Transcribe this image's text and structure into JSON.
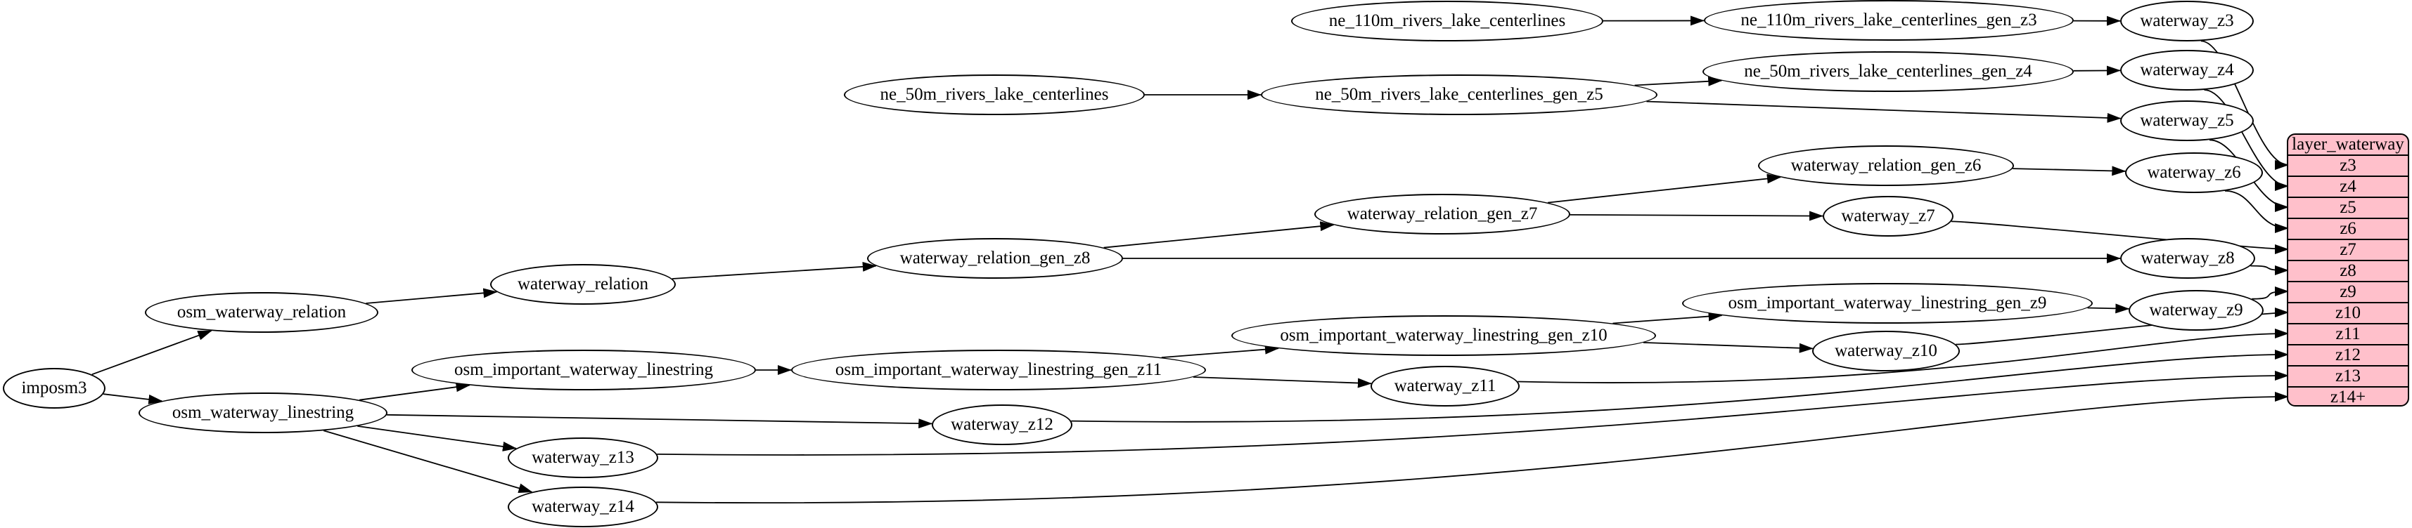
{
  "diagram": {
    "background": "#ffffff",
    "node_fill": "#ffffff",
    "node_stroke": "#000000",
    "edge_color": "#000000",
    "table_fill": "#ffc0cb",
    "table_stroke": "#000000",
    "nodes": [
      {
        "id": "imposm3",
        "label": "imposm3"
      },
      {
        "id": "osm_waterway_relation",
        "label": "osm_waterway_relation"
      },
      {
        "id": "osm_waterway_linestring",
        "label": "osm_waterway_linestring"
      },
      {
        "id": "waterway_relation",
        "label": "waterway_relation"
      },
      {
        "id": "osm_important_waterway_linestring",
        "label": "osm_important_waterway_linestring"
      },
      {
        "id": "waterway_z13",
        "label": "waterway_z13"
      },
      {
        "id": "waterway_z14",
        "label": "waterway_z14"
      },
      {
        "id": "ne_50m_rivers_lake_centerlines",
        "label": "ne_50m_rivers_lake_centerlines"
      },
      {
        "id": "waterway_relation_gen_z8",
        "label": "waterway_relation_gen_z8"
      },
      {
        "id": "osm_important_waterway_linestring_gen_z11",
        "label": "osm_important_waterway_linestring_gen_z11"
      },
      {
        "id": "waterway_z12",
        "label": "waterway_z12"
      },
      {
        "id": "ne_110m_rivers_lake_centerlines",
        "label": "ne_110m_rivers_lake_centerlines"
      },
      {
        "id": "ne_50m_rivers_lake_centerlines_gen_z5",
        "label": "ne_50m_rivers_lake_centerlines_gen_z5"
      },
      {
        "id": "waterway_relation_gen_z7",
        "label": "waterway_relation_gen_z7"
      },
      {
        "id": "osm_important_waterway_linestring_gen_z10",
        "label": "osm_important_waterway_linestring_gen_z10"
      },
      {
        "id": "waterway_z11",
        "label": "waterway_z11"
      },
      {
        "id": "ne_110m_rivers_lake_centerlines_gen_z3",
        "label": "ne_110m_rivers_lake_centerlines_gen_z3"
      },
      {
        "id": "ne_50m_rivers_lake_centerlines_gen_z4",
        "label": "ne_50m_rivers_lake_centerlines_gen_z4"
      },
      {
        "id": "waterway_relation_gen_z6",
        "label": "waterway_relation_gen_z6"
      },
      {
        "id": "waterway_z7",
        "label": "waterway_z7"
      },
      {
        "id": "osm_important_waterway_linestring_gen_z9",
        "label": "osm_important_waterway_linestring_gen_z9"
      },
      {
        "id": "waterway_z10",
        "label": "waterway_z10"
      },
      {
        "id": "waterway_z3",
        "label": "waterway_z3"
      },
      {
        "id": "waterway_z4",
        "label": "waterway_z4"
      },
      {
        "id": "waterway_z5",
        "label": "waterway_z5"
      },
      {
        "id": "waterway_z6",
        "label": "waterway_z6"
      },
      {
        "id": "waterway_z8",
        "label": "waterway_z8"
      },
      {
        "id": "waterway_z9",
        "label": "waterway_z9"
      }
    ],
    "table": {
      "id": "layer_waterway",
      "title": "layer_waterway",
      "rows": [
        "z3",
        "z4",
        "z5",
        "z6",
        "z7",
        "z8",
        "z9",
        "z10",
        "z11",
        "z12",
        "z13",
        "z14+"
      ]
    },
    "edges": [
      [
        "imposm3",
        "osm_waterway_relation"
      ],
      [
        "imposm3",
        "osm_waterway_linestring"
      ],
      [
        "osm_waterway_relation",
        "waterway_relation"
      ],
      [
        "waterway_relation",
        "waterway_relation_gen_z8"
      ],
      [
        "waterway_relation_gen_z8",
        "waterway_relation_gen_z7"
      ],
      [
        "waterway_relation_gen_z7",
        "waterway_relation_gen_z6"
      ],
      [
        "waterway_relation_gen_z6",
        "waterway_z6"
      ],
      [
        "waterway_relation_gen_z7",
        "waterway_z7"
      ],
      [
        "waterway_relation_gen_z8",
        "waterway_z8"
      ],
      [
        "ne_110m_rivers_lake_centerlines",
        "ne_110m_rivers_lake_centerlines_gen_z3"
      ],
      [
        "ne_110m_rivers_lake_centerlines_gen_z3",
        "waterway_z3"
      ],
      [
        "ne_50m_rivers_lake_centerlines",
        "ne_50m_rivers_lake_centerlines_gen_z5"
      ],
      [
        "ne_50m_rivers_lake_centerlines_gen_z5",
        "ne_50m_rivers_lake_centerlines_gen_z4"
      ],
      [
        "ne_50m_rivers_lake_centerlines_gen_z4",
        "waterway_z4"
      ],
      [
        "ne_50m_rivers_lake_centerlines_gen_z5",
        "waterway_z5"
      ],
      [
        "osm_waterway_linestring",
        "osm_important_waterway_linestring"
      ],
      [
        "osm_important_waterway_linestring",
        "osm_important_waterway_linestring_gen_z11"
      ],
      [
        "osm_important_waterway_linestring_gen_z11",
        "osm_important_waterway_linestring_gen_z10"
      ],
      [
        "osm_important_waterway_linestring_gen_z10",
        "osm_important_waterway_linestring_gen_z9"
      ],
      [
        "osm_important_waterway_linestring_gen_z9",
        "waterway_z9"
      ],
      [
        "osm_important_waterway_linestring_gen_z10",
        "waterway_z10"
      ],
      [
        "osm_important_waterway_linestring_gen_z11",
        "waterway_z11"
      ],
      [
        "osm_waterway_linestring",
        "waterway_z12"
      ],
      [
        "osm_waterway_linestring",
        "waterway_z13"
      ],
      [
        "osm_waterway_linestring",
        "waterway_z14"
      ],
      [
        "waterway_z3",
        "layer_waterway.z3"
      ],
      [
        "waterway_z4",
        "layer_waterway.z4"
      ],
      [
        "waterway_z5",
        "layer_waterway.z5"
      ],
      [
        "waterway_z6",
        "layer_waterway.z6"
      ],
      [
        "waterway_z7",
        "layer_waterway.z7"
      ],
      [
        "waterway_z8",
        "layer_waterway.z8"
      ],
      [
        "waterway_z9",
        "layer_waterway.z9"
      ],
      [
        "waterway_z10",
        "layer_waterway.z10"
      ],
      [
        "waterway_z11",
        "layer_waterway.z11"
      ],
      [
        "waterway_z12",
        "layer_waterway.z12"
      ],
      [
        "waterway_z13",
        "layer_waterway.z13"
      ],
      [
        "waterway_z14",
        "layer_waterway.z14+"
      ]
    ]
  }
}
